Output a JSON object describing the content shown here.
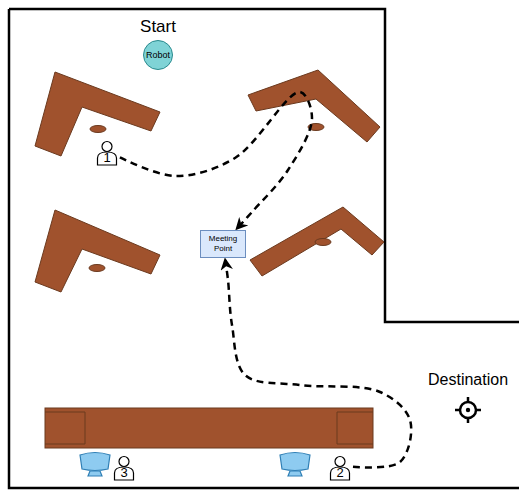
{
  "diagram": {
    "nodes": [
      {
        "text": [
          "Start",
          "Robot"
        ]
      },
      {
        "text": [
          "1"
        ]
      },
      {
        "text": [
          "Meeting Point"
        ]
      },
      {
        "text": [
          "Destination"
        ]
      },
      {
        "text": [
          "3"
        ]
      },
      {
        "text": [
          "2"
        ]
      }
    ],
    "edges": [
      {
        "from": 1,
        "to": 2,
        "arrow": "to"
      },
      {
        "from": 5,
        "to": 2,
        "arrow": "to"
      }
    ]
  }
}
